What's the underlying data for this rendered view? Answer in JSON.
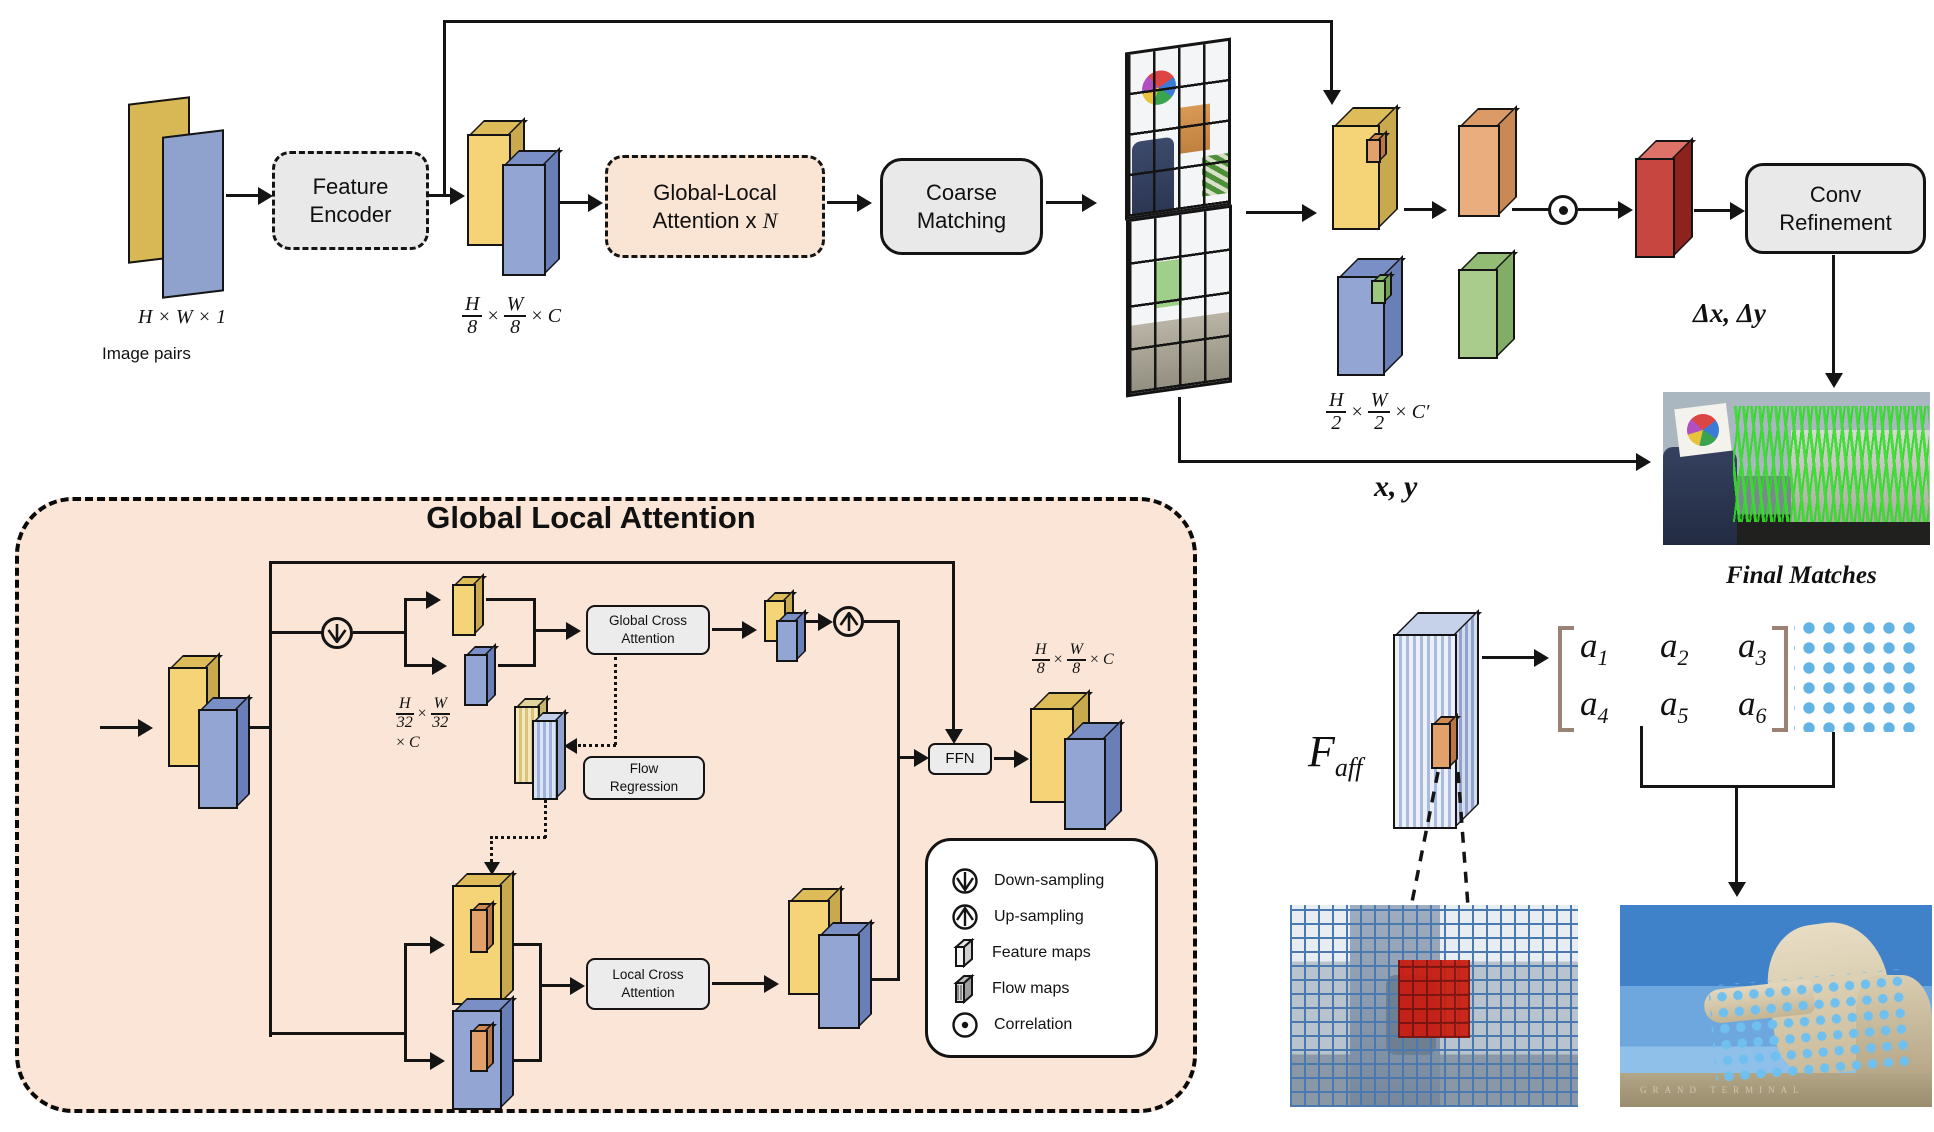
{
  "title": {
    "gla": "Global Local Attention"
  },
  "boxes": {
    "feature_encoder": {
      "l1": "Feature",
      "l2": "Encoder"
    },
    "gla": {
      "l1": "Global-Local",
      "l2": "Attention x ",
      "n": "N"
    },
    "coarse": {
      "l1": "Coarse",
      "l2": "Matching"
    },
    "conv": {
      "l1": "Conv",
      "l2": "Refinement"
    },
    "gca": {
      "l1": "Global Cross",
      "l2": "Attention"
    },
    "flow_reg": {
      "l1": "Flow",
      "l2": "Regression"
    },
    "lca": {
      "l1": "Local Cross",
      "l2": "Attention"
    },
    "ffn": "FFN"
  },
  "labels": {
    "input_dims": "H × W × 1",
    "image_pairs": "Image pairs",
    "delta": "Δx, Δy",
    "xy": "x, y",
    "final_matches": "Final Matches",
    "times": "×",
    "statue_caption": "GRAND  TERMINAL"
  },
  "dims": {
    "enc": {
      "n1": "H",
      "d1": "8",
      "n2": "W",
      "d2": "8",
      "tail": "C"
    },
    "half": {
      "n1": "H",
      "d1": "2",
      "n2": "W",
      "d2": "2",
      "tail": "C′"
    },
    "g32": {
      "n1": "H",
      "d1": "32",
      "n2": "W",
      "d2": "32",
      "tail": "C"
    },
    "out8": {
      "n1": "H",
      "d1": "8",
      "n2": "W",
      "d2": "8",
      "tail": "C"
    }
  },
  "affine": {
    "f": "F",
    "sub": "aff",
    "cells": [
      {
        "b": "a",
        "s": "1"
      },
      {
        "b": "a",
        "s": "2"
      },
      {
        "b": "a",
        "s": "3"
      },
      {
        "b": "a",
        "s": "4"
      },
      {
        "b": "a",
        "s": "5"
      },
      {
        "b": "a",
        "s": "6"
      }
    ]
  },
  "legend": {
    "items": [
      {
        "icon": "down-sampling-icon",
        "label": "Down-sampling"
      },
      {
        "icon": "up-sampling-icon",
        "label": "Up-sampling"
      },
      {
        "icon": "feature-maps-icon",
        "label": "Feature maps"
      },
      {
        "icon": "flow-maps-icon",
        "label": "Flow maps"
      },
      {
        "icon": "correlation-icon",
        "label": "Correlation"
      }
    ]
  },
  "colors": {
    "peach": "#FAE5D6",
    "yellow": "#F4D477",
    "blue": "#93A5D3",
    "orange": "#E9AD7E",
    "green": "#A9CC8C",
    "red": "#C74740",
    "dot_blue": "#63B3E4",
    "match_green": "#35E02A"
  }
}
